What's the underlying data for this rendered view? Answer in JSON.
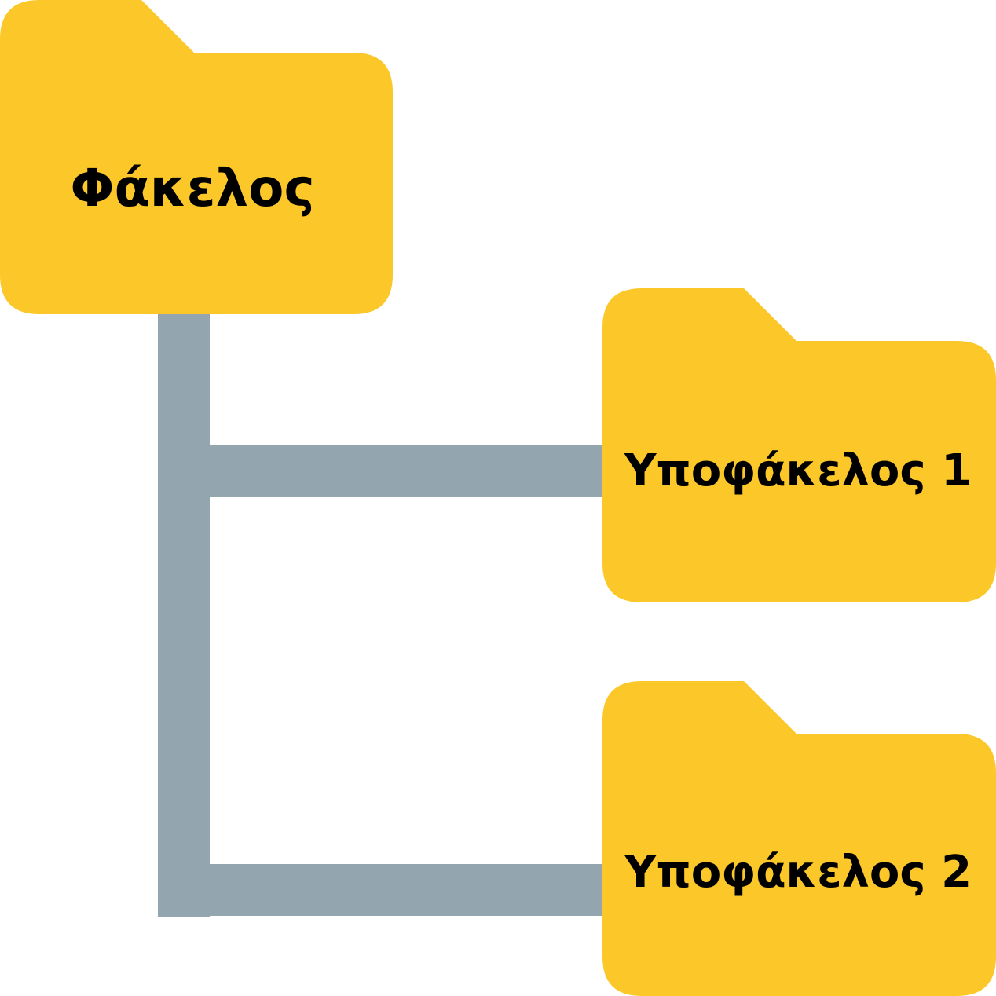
{
  "colors": {
    "folder": "#FCC728",
    "connector": "#93A5AE",
    "text": "#000000",
    "background": "#FFFFFF"
  },
  "icons": {
    "folder": "folder-icon",
    "connector": "tree-connector"
  },
  "root": {
    "label": "Φάκελος"
  },
  "children": [
    {
      "label": "Υποφάκελος 1"
    },
    {
      "label": "Υποφάκελος 2"
    }
  ]
}
